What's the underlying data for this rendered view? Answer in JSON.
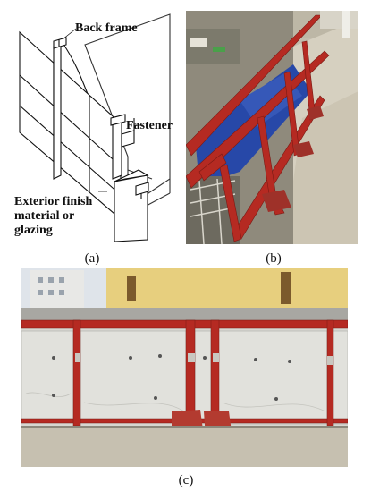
{
  "figure": {
    "panel_a": {
      "callouts": {
        "back_frame": "Back frame",
        "fastener": "Fastener",
        "exterior_line1": "Exterior finish",
        "exterior_line2": "material or",
        "exterior_line3": "glazing"
      },
      "caption": "(a)"
    },
    "panel_b": {
      "caption": "(b)"
    },
    "panel_c": {
      "caption": "(c)"
    }
  },
  "colors": {
    "steel_red": "#b52a22",
    "insulation_silver": "#dcdcd6",
    "wall_yellow": "#e7cf7e",
    "concrete": "#c6c0b0",
    "tarp_blue": "#2748a8"
  }
}
